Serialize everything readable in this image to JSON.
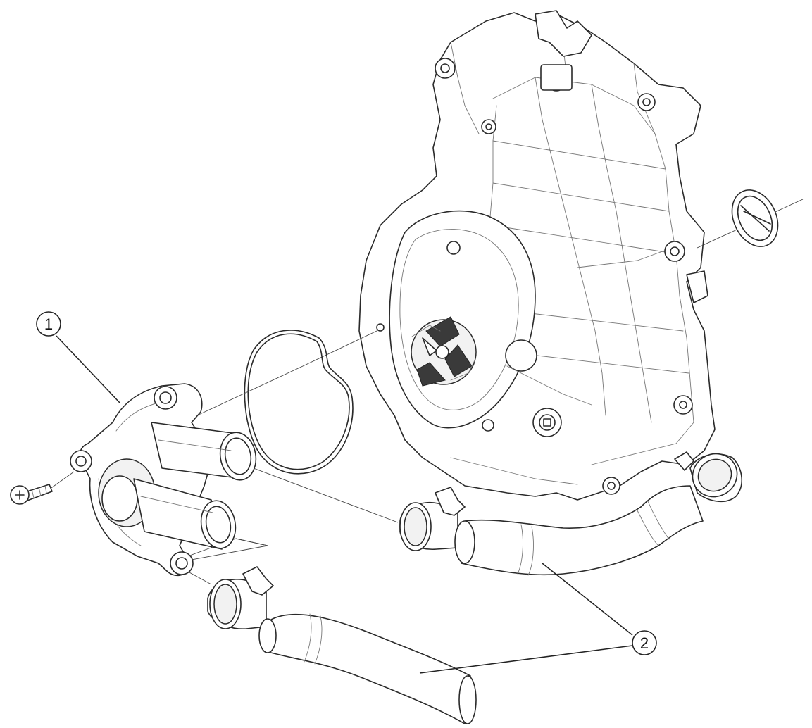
{
  "callouts": [
    {
      "id": "1",
      "label": "1"
    },
    {
      "id": "2",
      "label": "2"
    }
  ],
  "colors": {
    "line": "#2a2a2a",
    "background": "#ffffff"
  }
}
